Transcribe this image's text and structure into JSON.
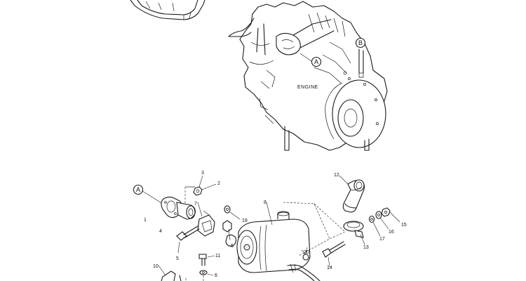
{
  "engine_label": "ENGINE",
  "callouts": {
    "a_top": "A",
    "b_top": "B",
    "a_bottom": "A"
  },
  "part_numbers": {
    "p1": "1",
    "p2": "2",
    "p3": "3",
    "p4": "4",
    "p5": "5",
    "p6a": "6",
    "p6b": "6",
    "p7": "7",
    "p8": "8",
    "p10": "10",
    "p11": "11",
    "p12": "12",
    "p13": "13",
    "p14": "14",
    "p15": "15",
    "p16": "16",
    "p17": "17",
    "p19": "19",
    "p20": "20"
  }
}
